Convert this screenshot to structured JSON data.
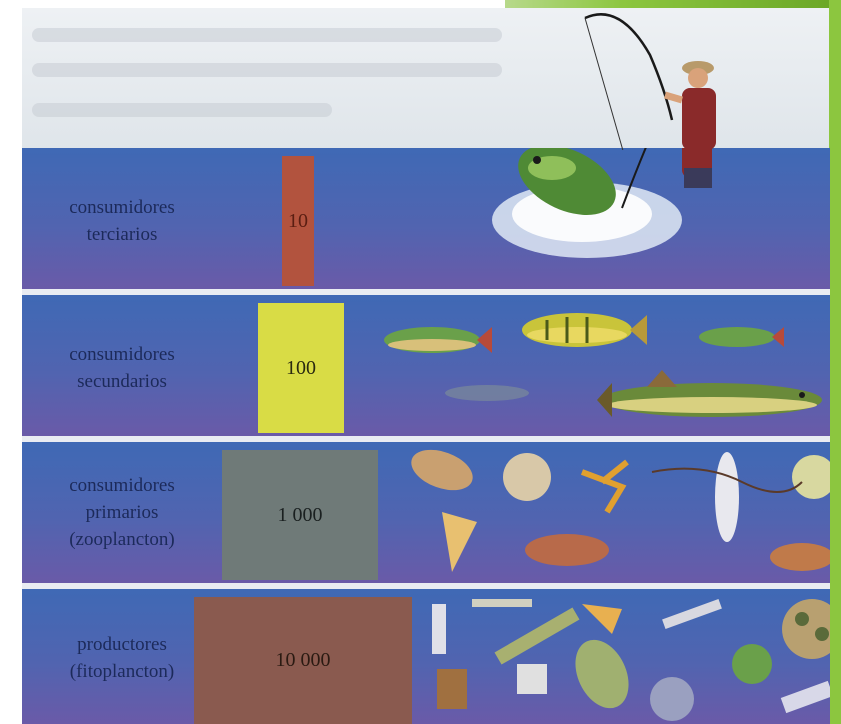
{
  "levels": [
    {
      "label_line1": "consumidores",
      "label_line2": "terciarios",
      "label_line3": "",
      "value": "10",
      "box_color": "#b2533e"
    },
    {
      "label_line1": "consumidores",
      "label_line2": "secundarios",
      "label_line3": "",
      "value": "100",
      "box_color": "#d9dc45"
    },
    {
      "label_line1": "consumidores",
      "label_line2": "primarios",
      "label_line3": "(zooplancton)",
      "value": "1 000",
      "box_color": "#6f7a78"
    },
    {
      "label_line1": "productores",
      "label_line2": "(fitoplancton)",
      "label_line3": "",
      "value": "10 000",
      "box_color": "#8a5a4f"
    }
  ],
  "colors": {
    "accent_green": "#8cc63f",
    "water_top": "#3f69b5",
    "water_bottom": "#6a5aa8"
  },
  "icons": [
    "fisherman-illustration",
    "jumping-fish-illustration",
    "fish-illustration",
    "pike-illustration",
    "zooplankton-illustration",
    "phytoplankton-illustration"
  ]
}
